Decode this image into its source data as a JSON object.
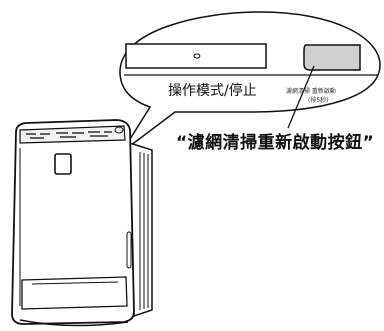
{
  "panel": {
    "mode_button_label": "操作模式/停止",
    "reset_button_label": "濾網清掃 重新啟動",
    "reset_button_note": "(按5秒)"
  },
  "callout": {
    "text": "“濾網清掃重新啟動按鈕”"
  }
}
